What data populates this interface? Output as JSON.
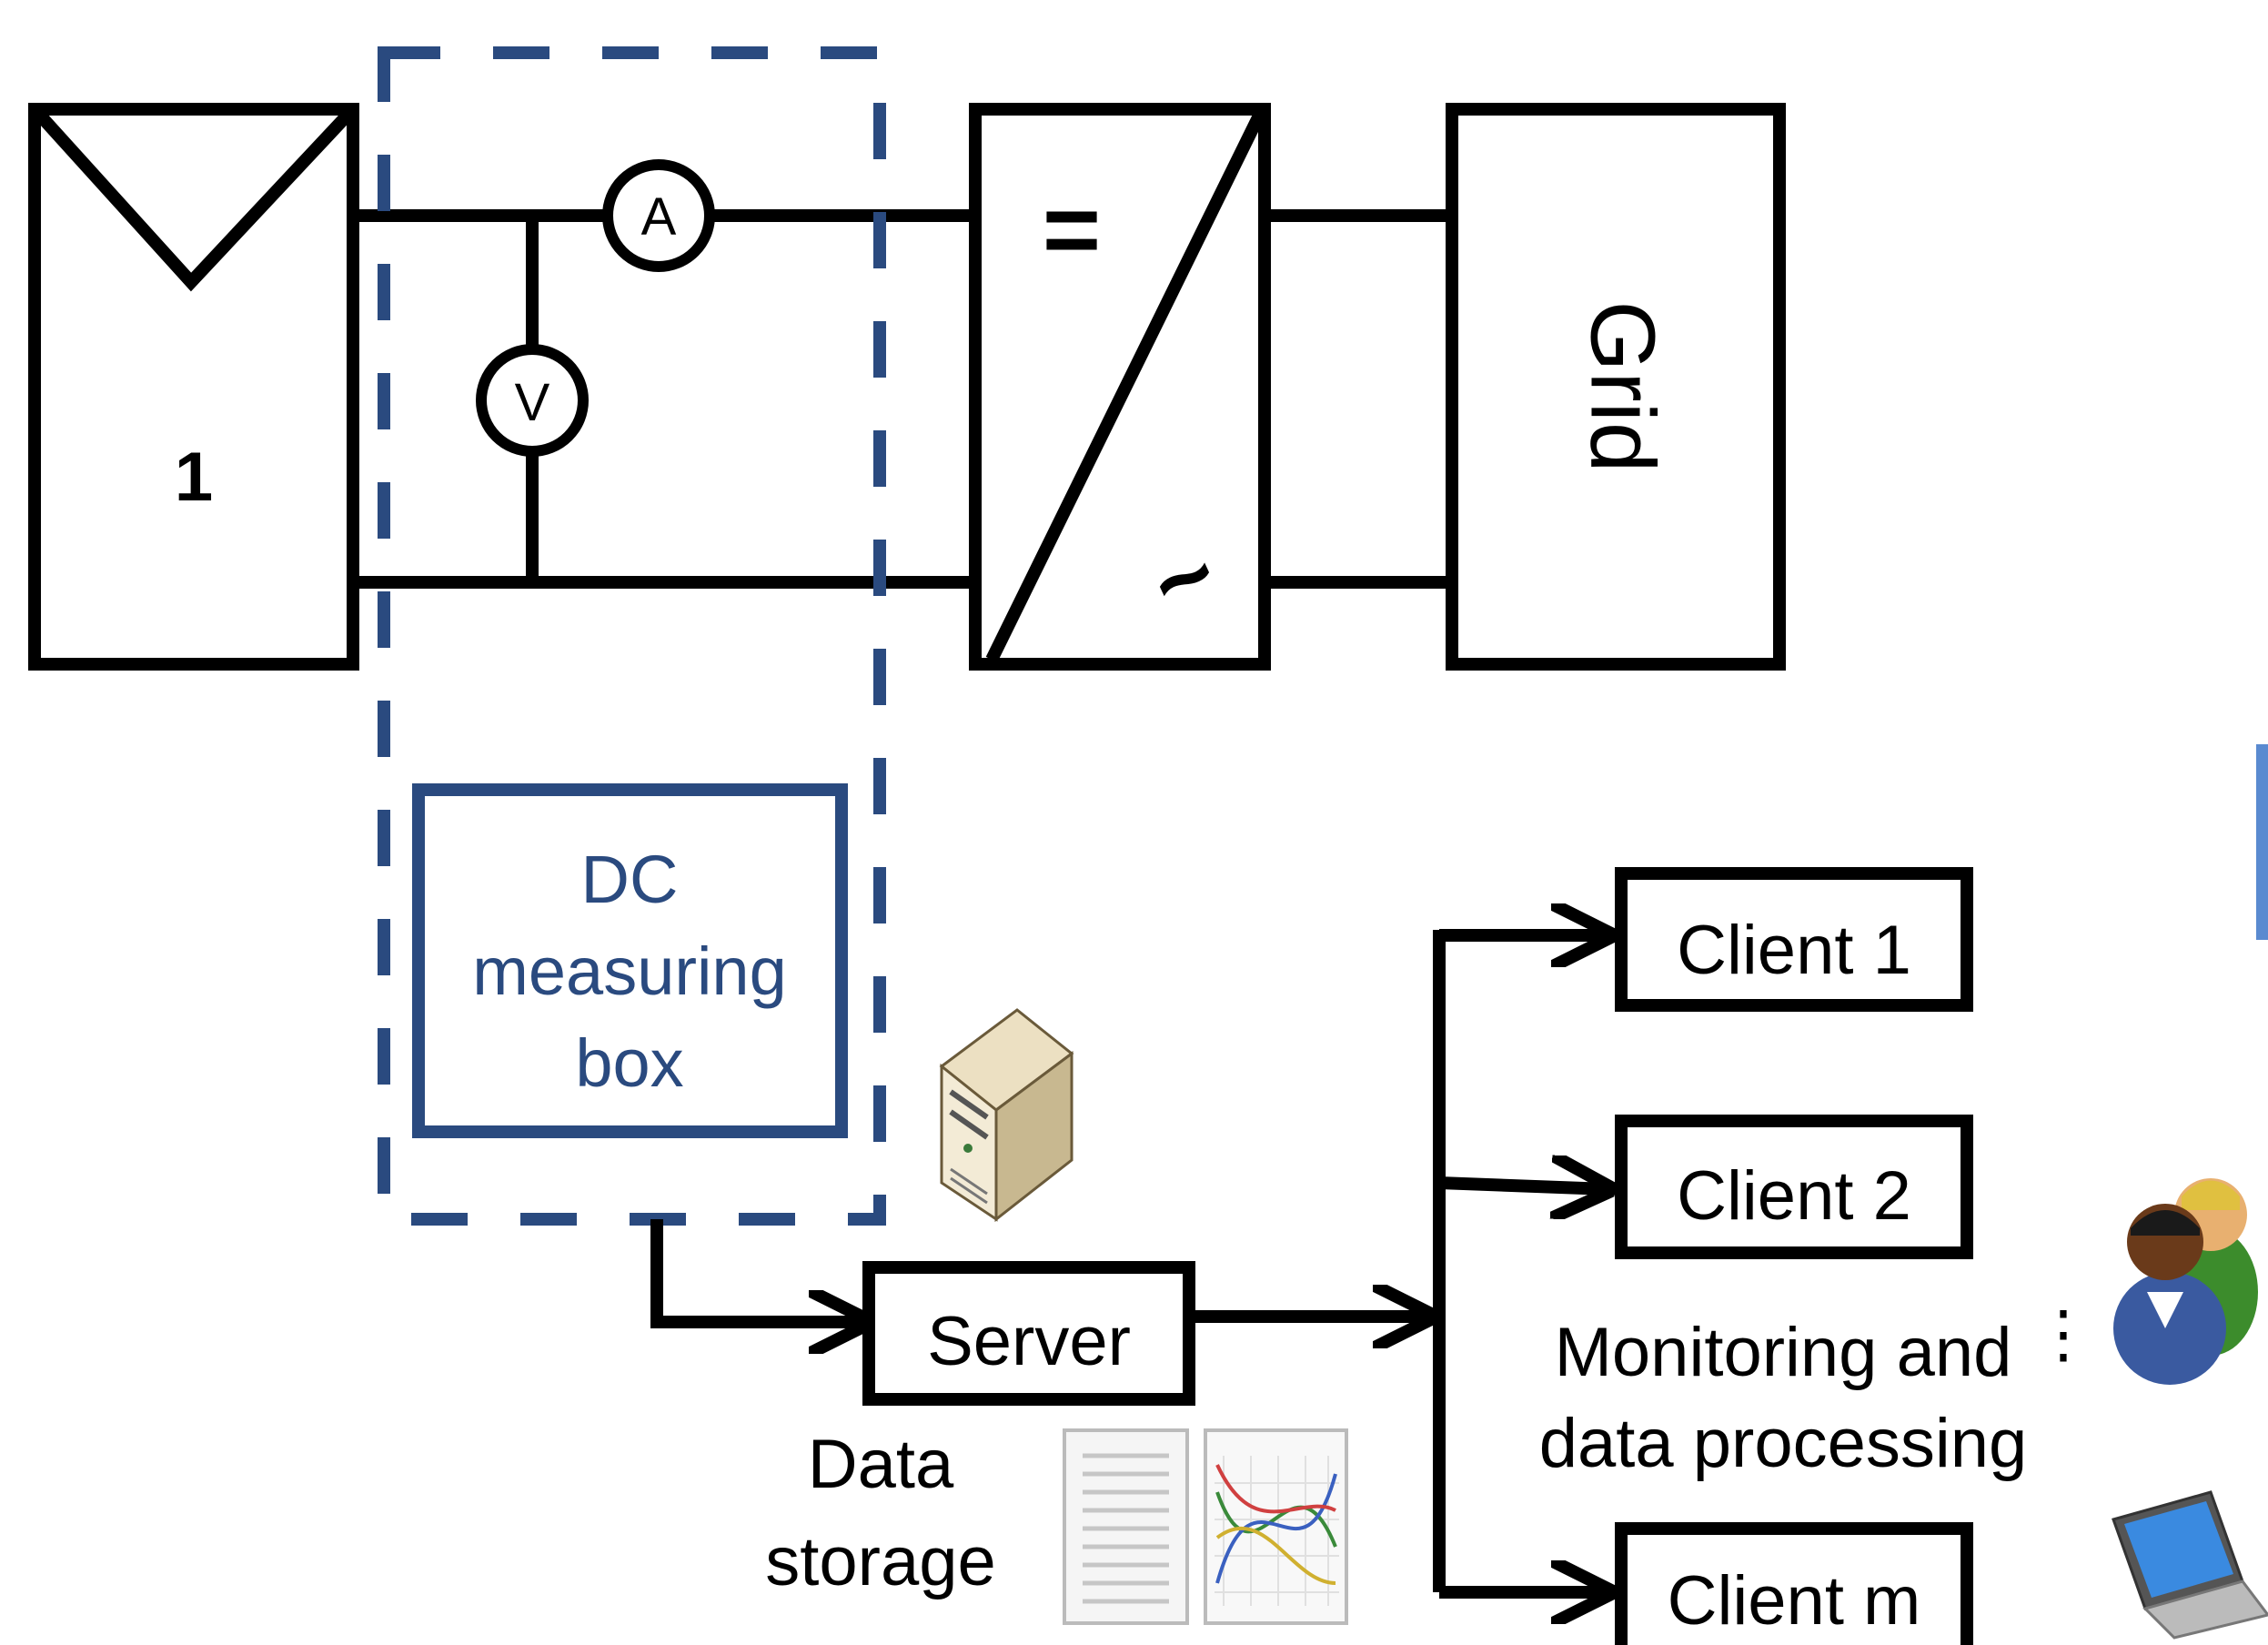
{
  "pv_module": {
    "label": "1"
  },
  "ammeter": {
    "label": "A"
  },
  "voltmeter": {
    "label": "V"
  },
  "inverter": {
    "dc_symbol": "=",
    "ac_symbol": "~"
  },
  "grid": {
    "label": "Grid"
  },
  "measuring_box": {
    "line1": "DC",
    "line2": "measuring",
    "line3": "box"
  },
  "server": {
    "label": "Server"
  },
  "data_storage": {
    "line1": "Data",
    "line2": "storage"
  },
  "monitoring": {
    "line1": "Monitoring and",
    "line2": "data processing",
    "ellipsis": "⋮"
  },
  "clients": [
    {
      "label": "Client 1"
    },
    {
      "label": "Client 2"
    },
    {
      "label": "Client m"
    }
  ],
  "colors": {
    "line": "#000000",
    "box_blue": "#2a4a7f",
    "text_blue": "#2a4a7f"
  },
  "icons": [
    "server-tower-icon",
    "spreadsheet-icon",
    "line-chart-icon",
    "users-icon",
    "laptop-icon"
  ]
}
